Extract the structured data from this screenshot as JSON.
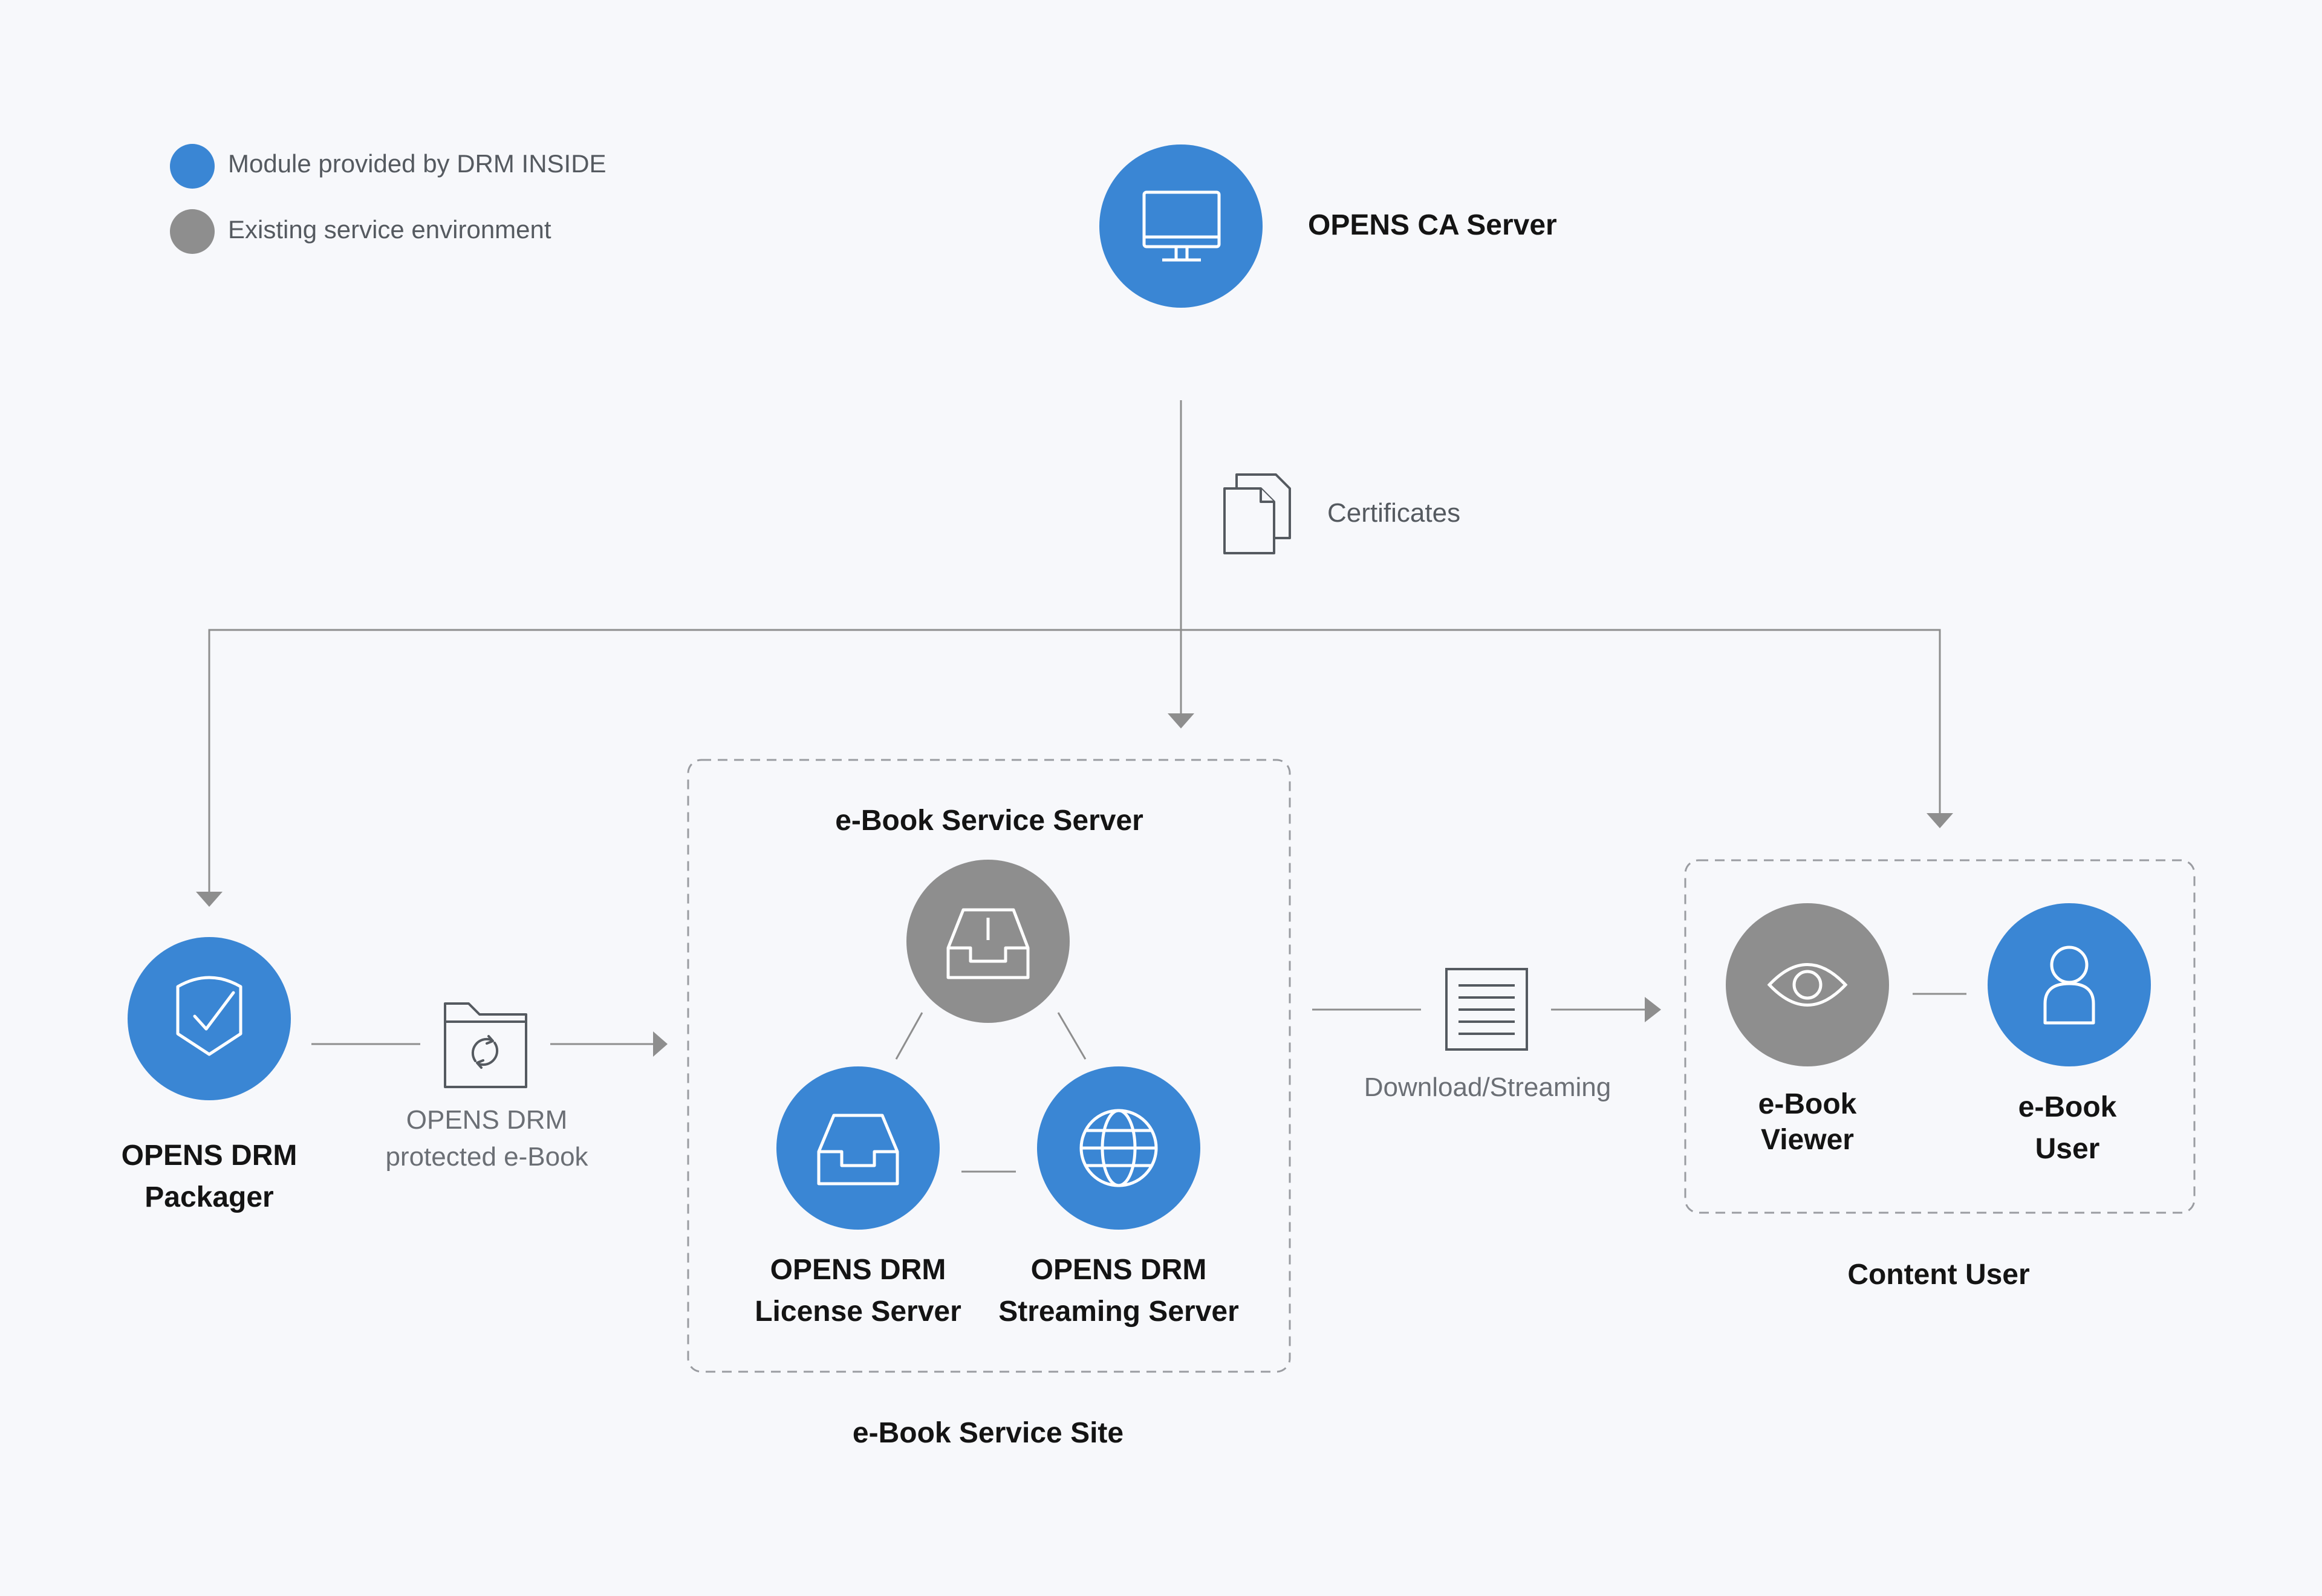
{
  "legend": {
    "items": [
      {
        "label": "Module provided by DRM INSIDE",
        "color": "#3a86d4"
      },
      {
        "label": "Existing service environment",
        "color": "#8e8e8e"
      }
    ]
  },
  "colors": {
    "module": "#3a86d4",
    "existing": "#8e8e8e",
    "line": "#8e8e8e",
    "icon_stroke": "#ffffff"
  },
  "nodes": {
    "ca_server": {
      "label": "OPENS CA Server",
      "icon": "monitor-icon",
      "kind": "module"
    },
    "packager": {
      "line1": "OPENS DRM",
      "line2": "Packager",
      "icon": "shield-check-icon",
      "kind": "module"
    },
    "service_server": {
      "label": "e-Book Service Server",
      "icon": "inbox-tray-icon",
      "kind": "existing"
    },
    "license_server": {
      "line1": "OPENS DRM",
      "line2": "License Server",
      "icon": "inbox-tray-icon",
      "kind": "module"
    },
    "streaming_server": {
      "line1": "OPENS DRM",
      "line2": "Streaming Server",
      "icon": "globe-icon",
      "kind": "module"
    },
    "ebook_viewer": {
      "line1": "e-Book",
      "line2": "Viewer",
      "icon": "eye-icon",
      "kind": "existing"
    },
    "ebook_user": {
      "line1": "e-Book",
      "line2": "User",
      "icon": "user-icon",
      "kind": "module"
    }
  },
  "groups": {
    "service_site": {
      "label": "e-Book Service Site"
    },
    "content_user": {
      "label": "Content User"
    }
  },
  "edges": {
    "certificates": {
      "label": "Certificates",
      "icon": "documents-icon"
    },
    "protected_ebook": {
      "line1": "OPENS DRM",
      "line2": "protected e-Book",
      "icon": "folder-sync-icon"
    },
    "download": {
      "label": "Download/Streaming",
      "icon": "text-document-icon"
    }
  }
}
